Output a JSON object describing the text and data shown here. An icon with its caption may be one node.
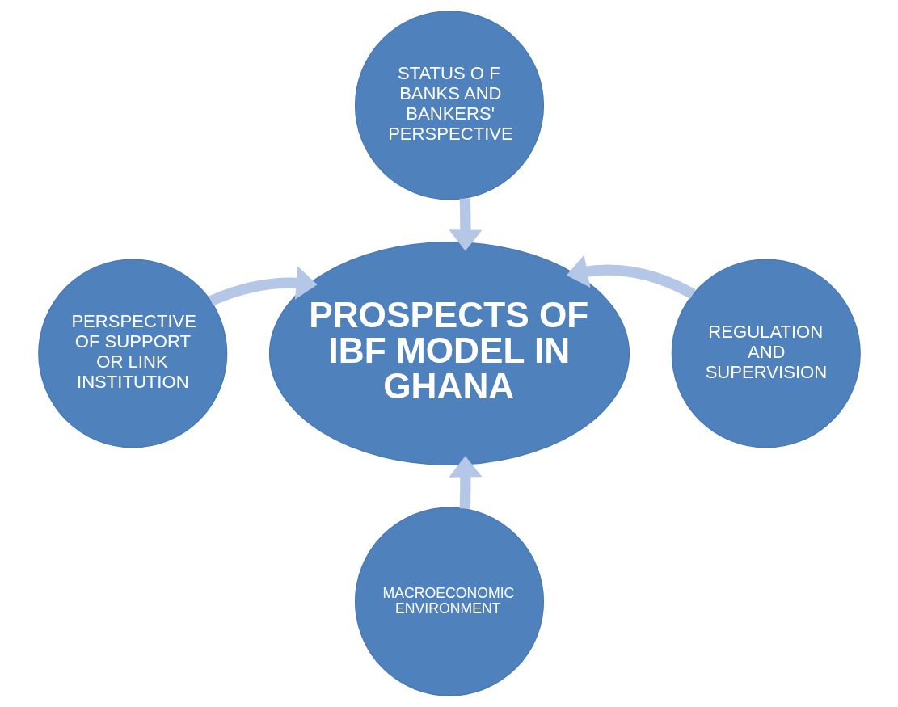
{
  "diagram": {
    "nodes": [
      {
        "text": [
          "PROSPECTS OF IBF MODEL IN GHANA"
        ]
      },
      {
        "text": [
          "STATUS O F BANKS AND BANKERS' PERSPECTIVE"
        ]
      },
      {
        "text": [
          "PERSPECTIVE OF SUPPORT OR LINK INSTITUTION"
        ]
      },
      {
        "text": [
          "REGULATION AND SUPERVISION"
        ]
      },
      {
        "text": [
          "MACROECONOMIC ENVIRONMENT"
        ]
      }
    ],
    "edges": [
      {
        "from": 1,
        "to": 0,
        "arrow": "to"
      },
      {
        "from": 2,
        "to": 0,
        "arrow": "to"
      },
      {
        "from": 3,
        "to": 0,
        "arrow": "to"
      },
      {
        "from": 4,
        "to": 0,
        "arrow": "to"
      }
    ]
  }
}
